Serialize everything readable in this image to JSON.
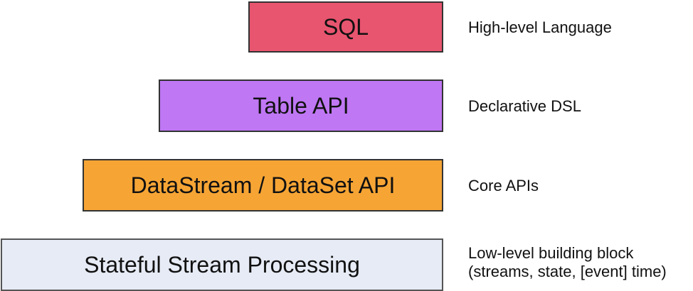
{
  "layers": [
    {
      "label": "SQL",
      "description": "High-level Language",
      "color": "#e8556f"
    },
    {
      "label": "Table API",
      "description": "Declarative DSL",
      "color": "#bf77f4"
    },
    {
      "label": "DataStream / DataSet API",
      "description": "Core APIs",
      "color": "#f6a535"
    },
    {
      "label": "Stateful Stream Processing",
      "description_lines": [
        "Low-level building block",
        "(streams, state, [event] time)"
      ],
      "color": "#e6ebf5"
    }
  ]
}
